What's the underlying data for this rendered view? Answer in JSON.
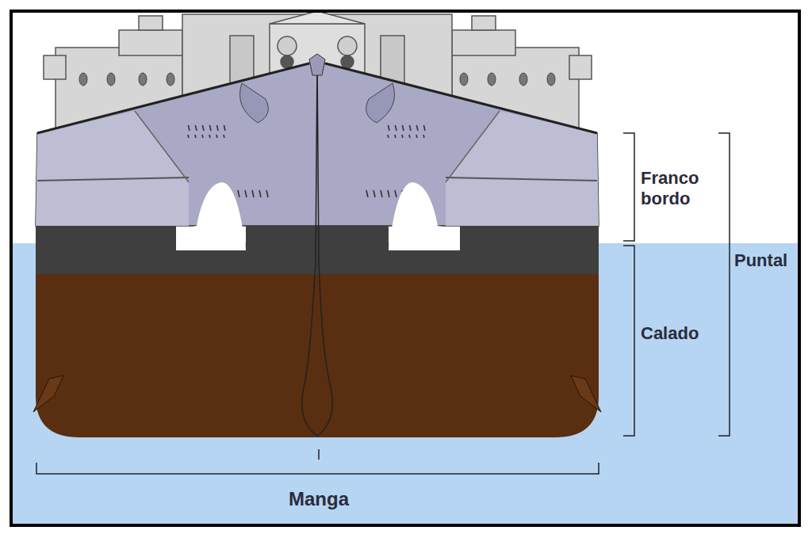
{
  "diagram": {
    "labels": [
      "Franco bordo",
      "Calado",
      "Puntal",
      "Manga"
    ]
  }
}
